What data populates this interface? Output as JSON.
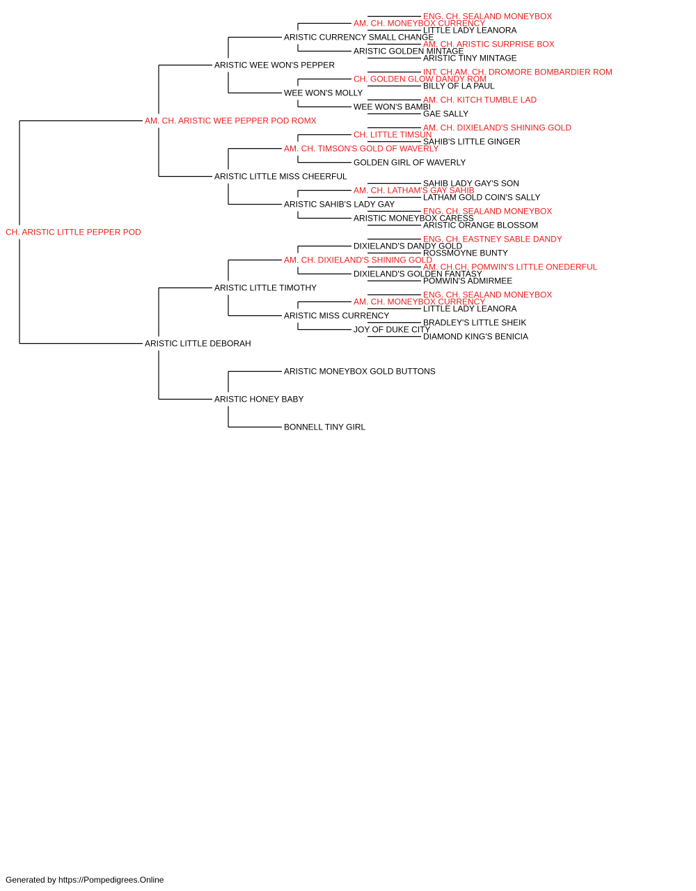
{
  "colors": {
    "champion": "#ee1c1c",
    "normal": "#000000",
    "line": "#000000"
  },
  "pedigree": {
    "name": "CH. ARISTIC LITTLE PEPPER POD",
    "sire": {
      "name": "AM. CH. ARISTIC WEE PEPPER POD ROMX",
      "sire": {
        "name": "ARISTIC WEE WON'S PEPPER",
        "sire": {
          "name": "ARISTIC CURRENCY SMALL CHANGE",
          "sire": {
            "name": "AM. CH. MONEYBOX CURRENCY",
            "sire": {
              "name": "ENG. CH. SEALAND MONEYBOX"
            },
            "dam": {
              "name": "LITTLE LADY LEANORA"
            }
          },
          "dam": {
            "name": "ARISTIC GOLDEN MINTAGE",
            "sire": {
              "name": "AM. CH. ARISTIC SURPRISE BOX"
            },
            "dam": {
              "name": "ARISTIC TINY MINTAGE"
            }
          }
        },
        "dam": {
          "name": "WEE WON'S MOLLY",
          "sire": {
            "name": "CH. GOLDEN GLOW DANDY ROM",
            "sire": {
              "name": "INT. CH.AM. CH. DROMORE BOMBARDIER ROM"
            },
            "dam": {
              "name": "BILLY OF LA PAUL"
            }
          },
          "dam": {
            "name": "WEE WON'S BAMBI",
            "sire": {
              "name": "AM. CH. KITCH TUMBLE LAD"
            },
            "dam": {
              "name": "GAE SALLY"
            }
          }
        }
      },
      "dam": {
        "name": "ARISTIC LITTLE MISS CHEERFUL",
        "sire": {
          "name": "AM. CH. TIMSON'S GOLD OF WAVERLY",
          "sire": {
            "name": "CH. LITTLE TIMSUN",
            "sire": {
              "name": "AM. CH. DIXIELAND'S SHINING GOLD"
            },
            "dam": {
              "name": "SAHIB'S LITTLE GINGER"
            }
          },
          "dam": {
            "name": "GOLDEN GIRL OF WAVERLY"
          }
        },
        "dam": {
          "name": "ARISTIC SAHIB'S LADY GAY",
          "sire": {
            "name": "AM. CH. LATHAM'S GAY SAHIB",
            "sire": {
              "name": "SAHIB LADY GAY'S SON"
            },
            "dam": {
              "name": "LATHAM GOLD COIN'S SALLY"
            }
          },
          "dam": {
            "name": "ARISTIC MONEYBOX CARESS",
            "sire": {
              "name": "ENG. CH. SEALAND MONEYBOX"
            },
            "dam": {
              "name": "ARISTIC ORANGE BLOSSOM"
            }
          }
        }
      }
    },
    "dam": {
      "name": "ARISTIC LITTLE DEBORAH",
      "sire": {
        "name": "ARISTIC LITTLE TIMOTHY",
        "sire": {
          "name": "AM. CH. DIXIELAND'S SHINING GOLD",
          "sire": {
            "name": "DIXIELAND'S DANDY GOLD",
            "sire": {
              "name": "ENG. CH. EASTNEY SABLE DANDY"
            },
            "dam": {
              "name": "ROSSMOYNE BUNTY"
            }
          },
          "dam": {
            "name": "DIXIELAND'S GOLDEN FANTASY",
            "sire": {
              "name": "AM. CH.CH. POMWIN'S LITTLE ONEDERFUL"
            },
            "dam": {
              "name": "POMWIN'S ADMIRMEE"
            }
          }
        },
        "dam": {
          "name": "ARISTIC MISS CURRENCY",
          "sire": {
            "name": "AM. CH. MONEYBOX CURRENCY",
            "sire": {
              "name": "ENG. CH. SEALAND MONEYBOX"
            },
            "dam": {
              "name": "LITTLE LADY LEANORA"
            }
          },
          "dam": {
            "name": "JOY OF DUKE CITY",
            "sire": {
              "name": "BRADLEY'S LITTLE SHEIK"
            },
            "dam": {
              "name": "DIAMOND KING'S BENICIA"
            }
          }
        }
      },
      "dam": {
        "name": "ARISTIC HONEY BABY",
        "sire": {
          "name": "ARISTIC MONEYBOX GOLD BUTTONS"
        },
        "dam": {
          "name": "BONNELL TINY GIRL"
        }
      }
    }
  },
  "footer": {
    "text": "Generated by https://Pompedigrees.Online"
  }
}
